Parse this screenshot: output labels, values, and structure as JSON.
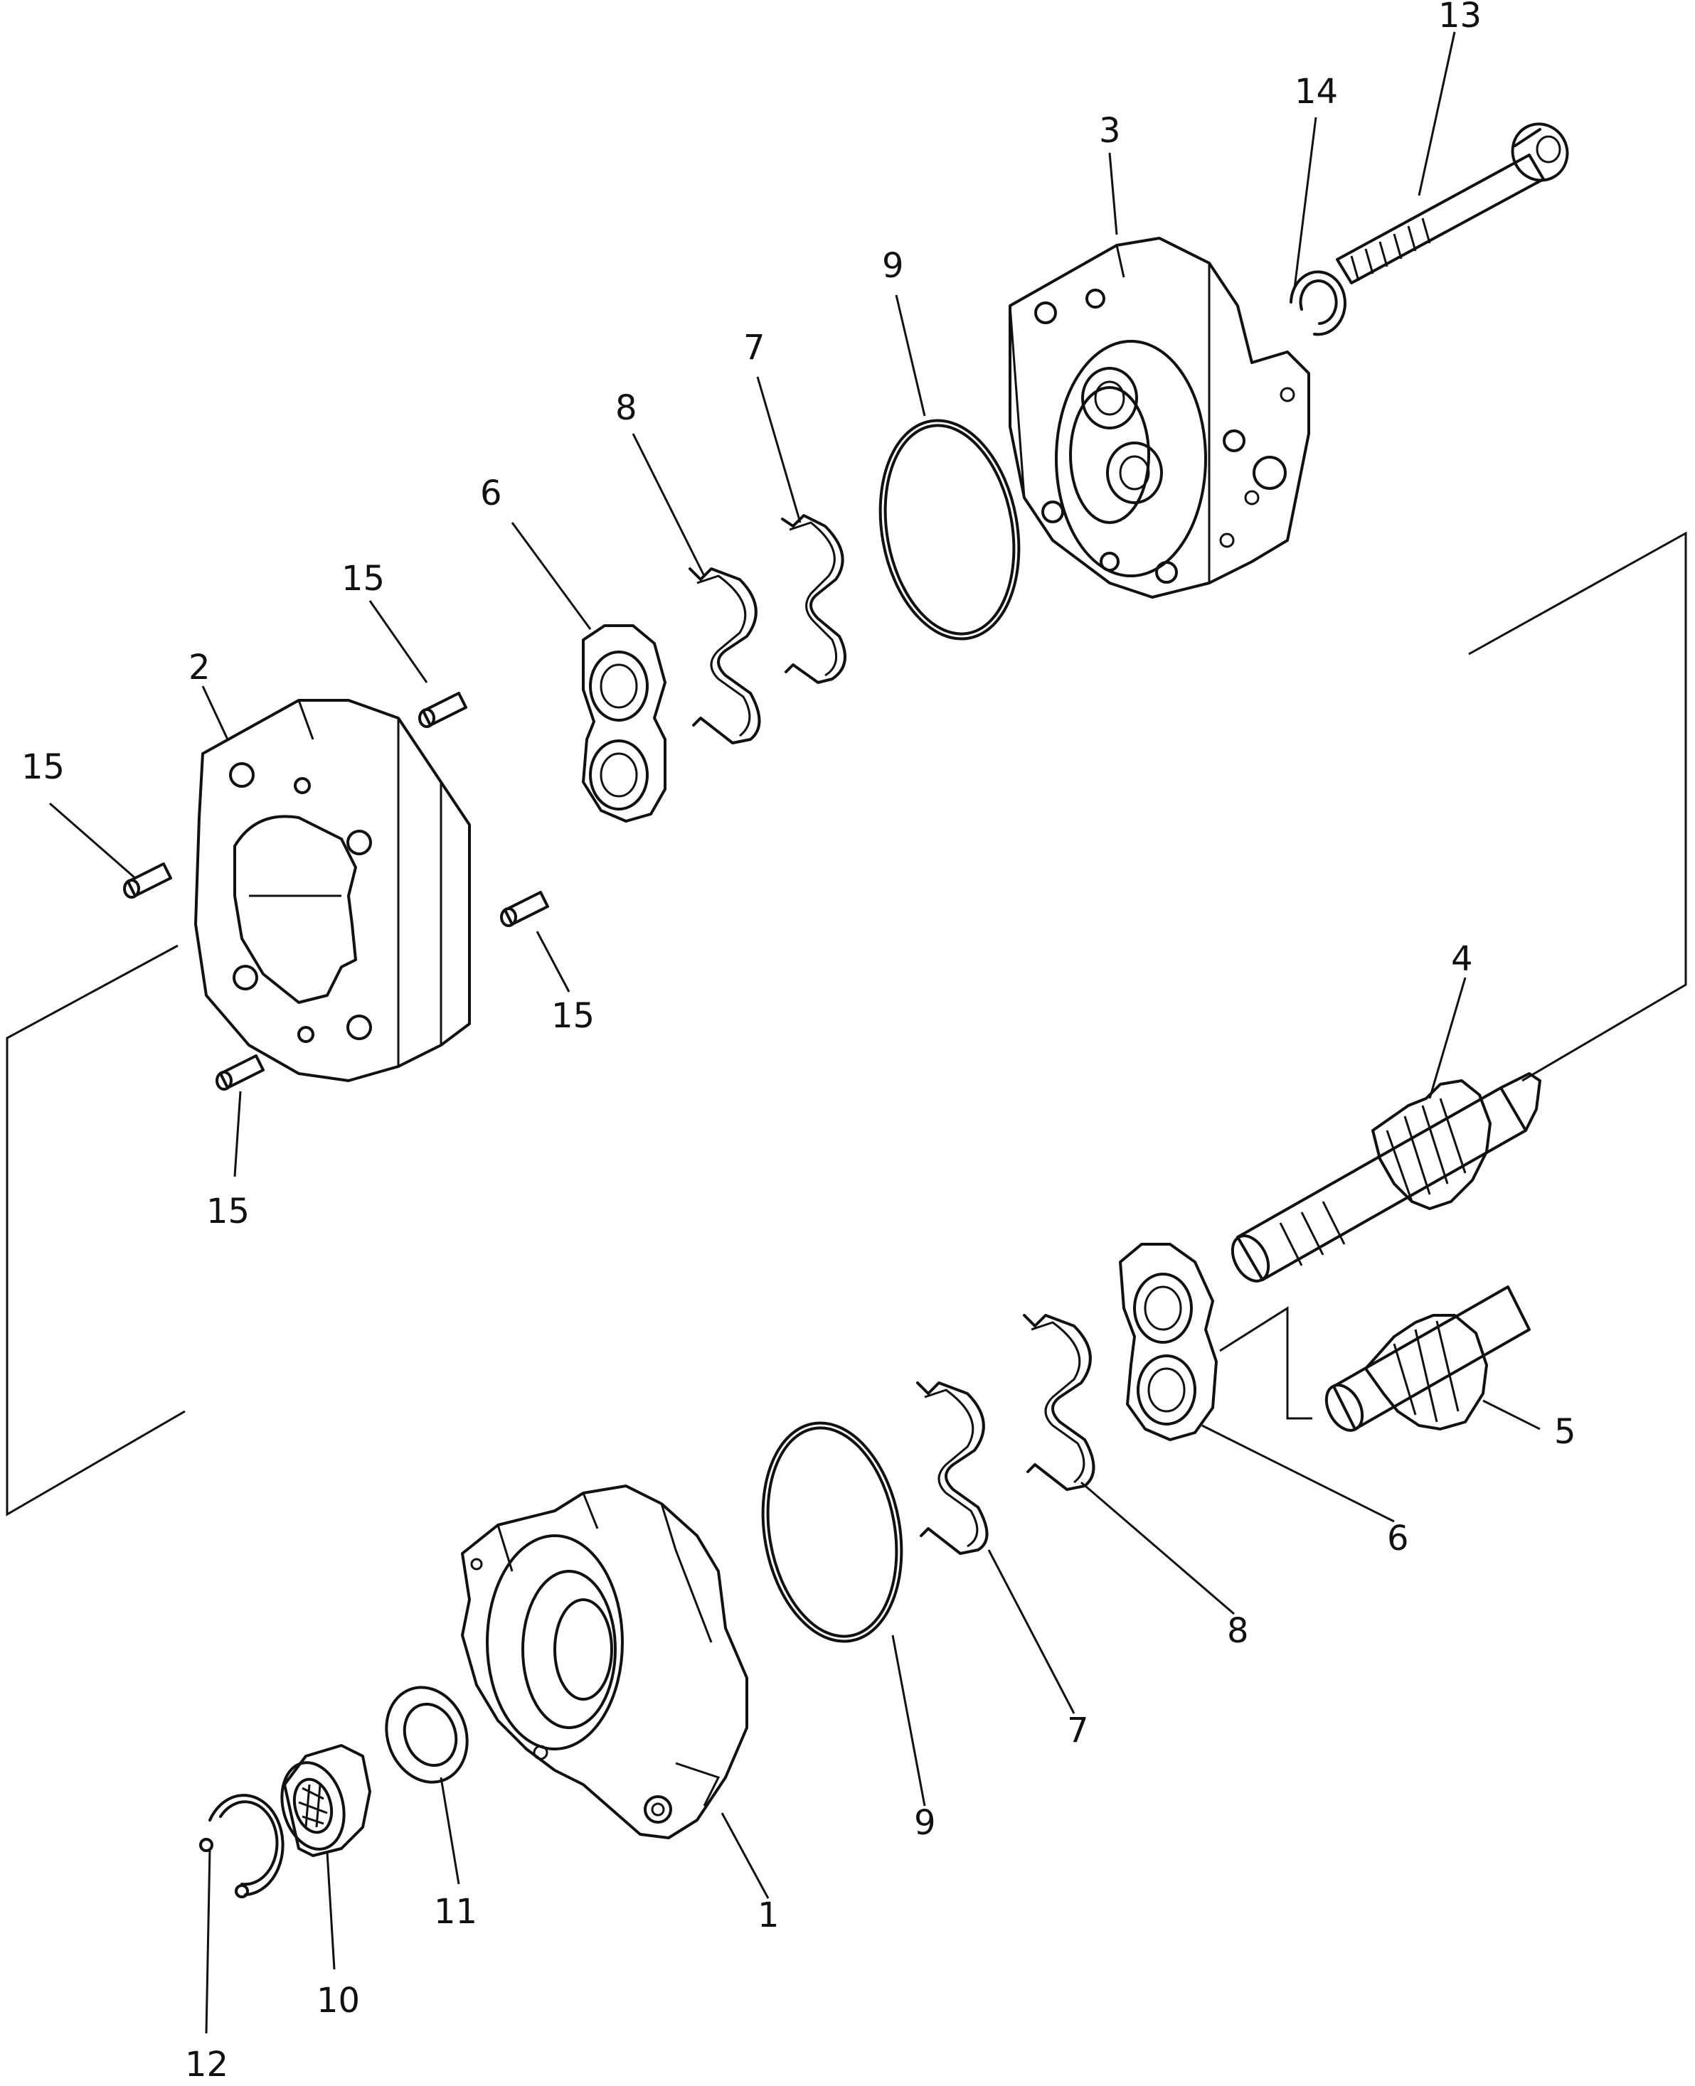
{
  "diagram": {
    "type": "exploded-parts-view",
    "callouts": [
      {
        "id": "c1",
        "label": "1"
      },
      {
        "id": "c2",
        "label": "2"
      },
      {
        "id": "c3",
        "label": "3"
      },
      {
        "id": "c4",
        "label": "4"
      },
      {
        "id": "c5",
        "label": "5"
      },
      {
        "id": "c6a",
        "label": "6"
      },
      {
        "id": "c6b",
        "label": "6"
      },
      {
        "id": "c7a",
        "label": "7"
      },
      {
        "id": "c7b",
        "label": "7"
      },
      {
        "id": "c8a",
        "label": "8"
      },
      {
        "id": "c8b",
        "label": "8"
      },
      {
        "id": "c9a",
        "label": "9"
      },
      {
        "id": "c9b",
        "label": "9"
      },
      {
        "id": "c10",
        "label": "10"
      },
      {
        "id": "c11",
        "label": "11"
      },
      {
        "id": "c12",
        "label": "12"
      },
      {
        "id": "c13",
        "label": "13"
      },
      {
        "id": "c14",
        "label": "14"
      },
      {
        "id": "c15a",
        "label": "15"
      },
      {
        "id": "c15b",
        "label": "15"
      },
      {
        "id": "c15c",
        "label": "15"
      },
      {
        "id": "c15d",
        "label": "15"
      }
    ]
  }
}
